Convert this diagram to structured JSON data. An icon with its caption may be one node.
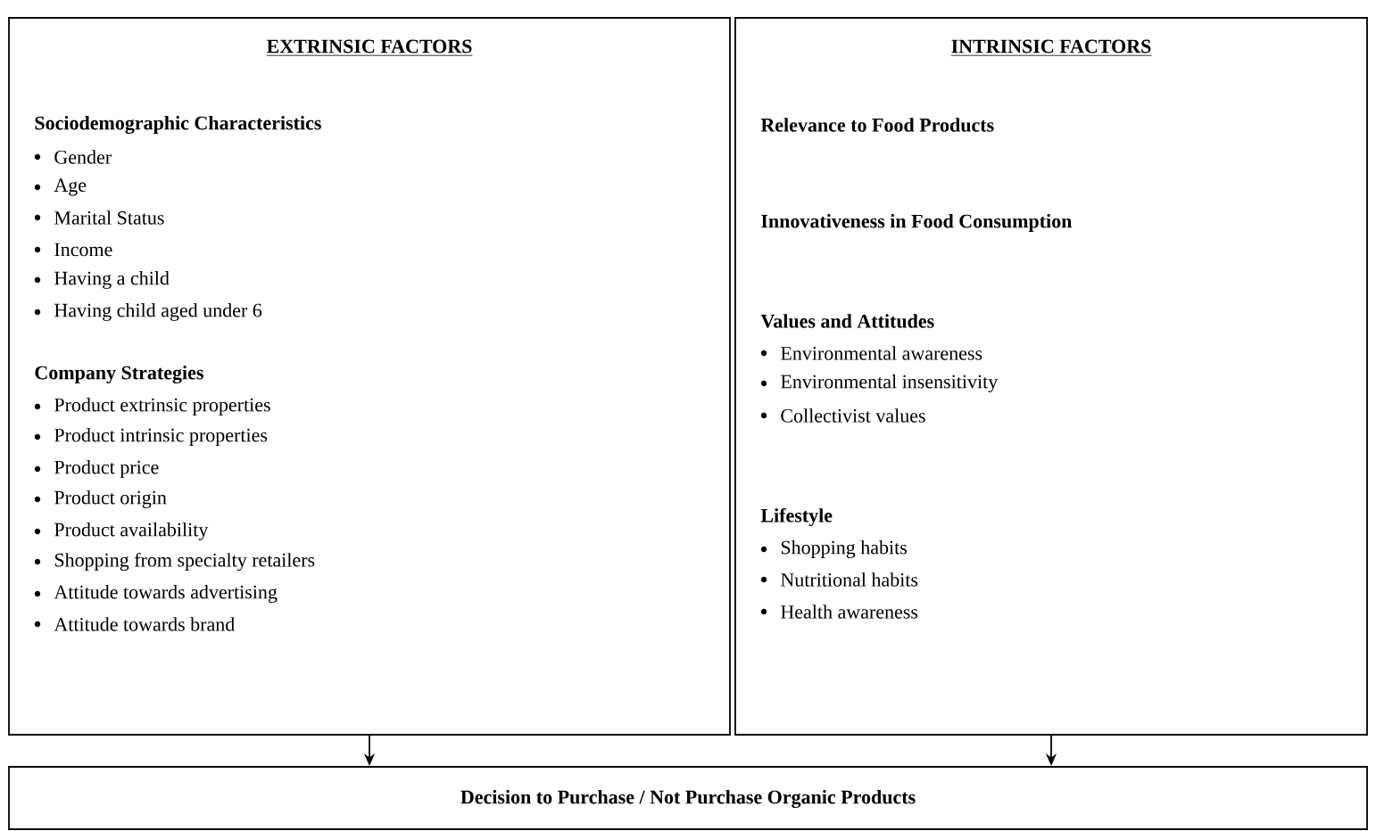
{
  "diagram": {
    "nodes": [
      {
        "text": [
          "EXTRINSIC FACTORS",
          "Sociodemographic Characteristics",
          "Gender",
          "Age",
          "Marital Status",
          "Income",
          "Having a child",
          "Having child aged under 6",
          "Company Strategies",
          "Product extrinsic properties",
          "Product intrinsic properties",
          "Product price",
          "Product origin",
          "Product availability",
          "Shopping from specialty retailers",
          "Attitude towards advertising",
          "Attitude towards brand"
        ]
      },
      {
        "text": [
          "INTRINSIC FACTORS",
          "Relevance to Food Products",
          "Innovativeness in Food Consumption",
          "Values and Attitudes",
          "Environmental awareness",
          "Environmental insensitivity",
          "Collectivist values",
          "Lifestyle",
          "Shopping habits",
          "Nutritional habits",
          "Health awareness"
        ]
      },
      {
        "text": [
          "Decision to Purchase / Not Purchase Organic Products"
        ]
      }
    ],
    "edges": [
      {
        "from": 0,
        "to": 2,
        "arrow": "to"
      },
      {
        "from": 1,
        "to": 2,
        "arrow": "to"
      }
    ]
  }
}
